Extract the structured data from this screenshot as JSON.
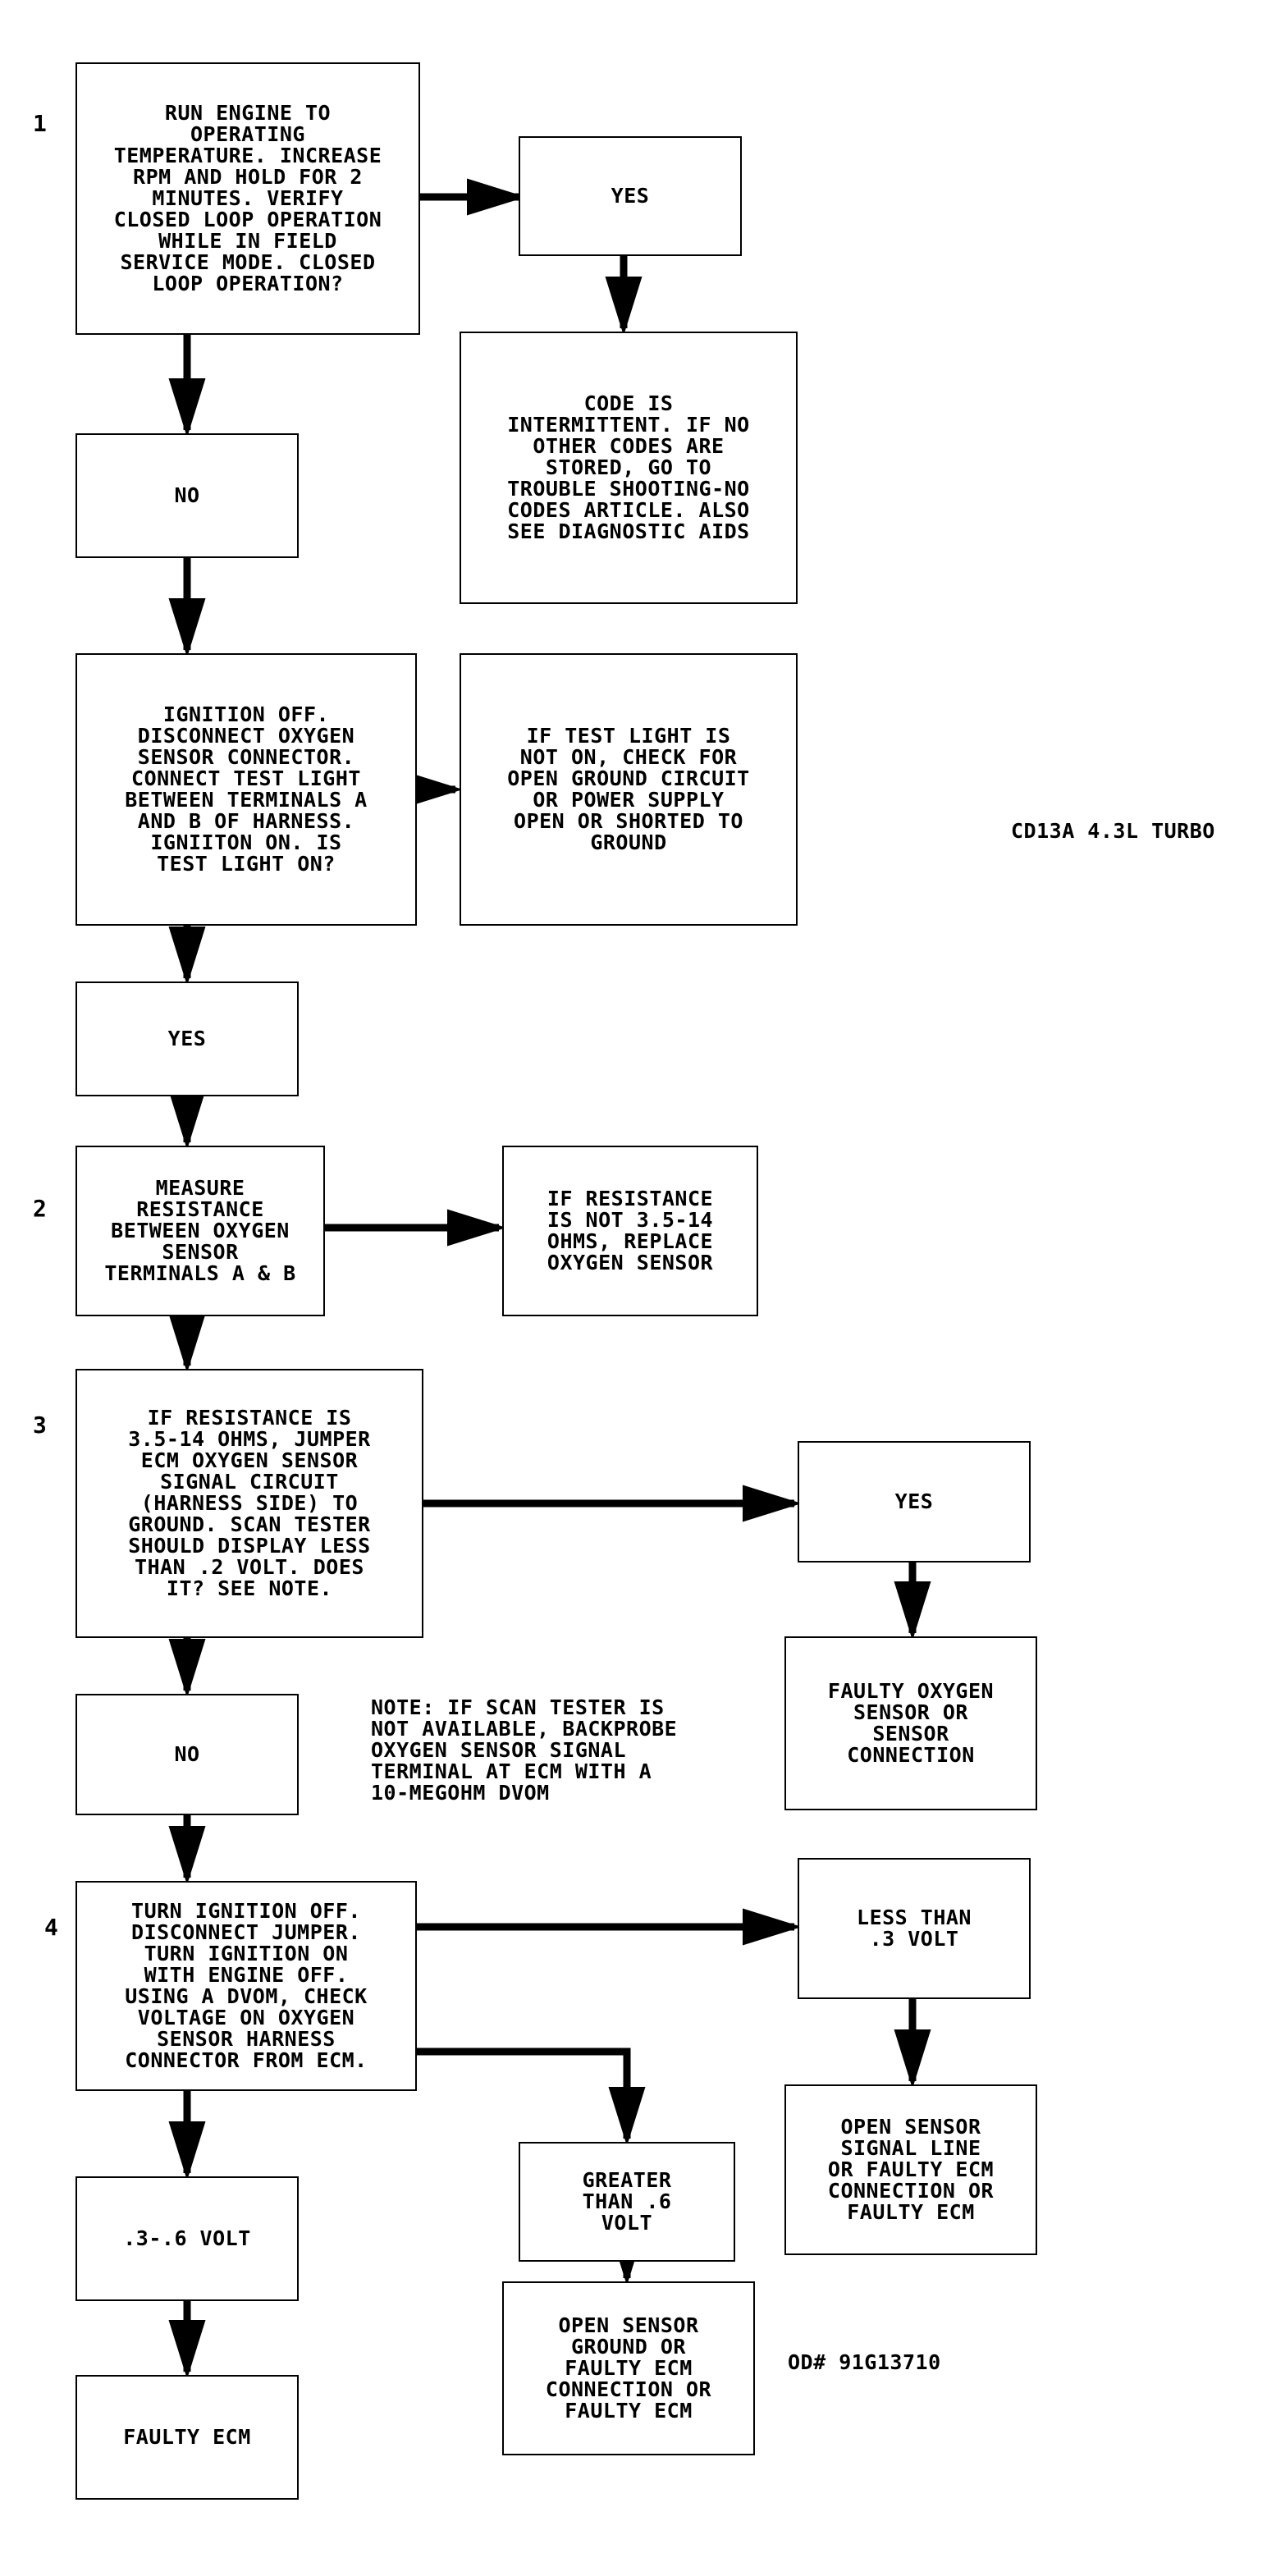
{
  "steps": {
    "s1": "1",
    "s2": "2",
    "s3": "3",
    "s4": "4"
  },
  "boxes": {
    "b1": "RUN ENGINE TO\nOPERATING\nTEMPERATURE. INCREASE\nRPM AND HOLD FOR 2\nMINUTES. VERIFY\nCLOSED LOOP OPERATION\nWHILE IN FIELD\nSERVICE MODE. CLOSED\nLOOP OPERATION?",
    "yes1": "YES",
    "intermittent": "CODE IS\nINTERMITTENT. IF NO\nOTHER CODES ARE\nSTORED, GO TO\nTROUBLE SHOOTING-NO\nCODES ARTICLE. ALSO\nSEE DIAGNOSTIC AIDS",
    "no1": "NO",
    "ignition": "IGNITION OFF.\nDISCONNECT OXYGEN\nSENSOR CONNECTOR.\nCONNECT TEST LIGHT\nBETWEEN TERMINALS A\nAND B OF HARNESS.\nIGNIITON ON. IS\nTEST LIGHT ON?",
    "testlight": "IF TEST LIGHT IS\nNOT ON, CHECK FOR\nOPEN GROUND CIRCUIT\nOR POWER SUPPLY\nOPEN OR SHORTED TO\nGROUND",
    "yes2": "YES",
    "measure": "MEASURE\nRESISTANCE\nBETWEEN OXYGEN\nSENSOR\nTERMINALS A & B",
    "replace": "IF RESISTANCE\nIS NOT 3.5-14\nOHMS, REPLACE\nOXYGEN SENSOR",
    "jumper": "IF RESISTANCE IS\n3.5-14 OHMS, JUMPER\nECM OXYGEN SENSOR\nSIGNAL CIRCUIT\n(HARNESS SIDE) TO\nGROUND. SCAN TESTER\nSHOULD DISPLAY LESS\nTHAN .2 VOLT. DOES\nIT? SEE NOTE.",
    "yes3": "YES",
    "faultyo2": "FAULTY OXYGEN\nSENSOR OR\nSENSOR\nCONNECTION",
    "no2": "NO",
    "turnoff": "TURN IGNITION OFF.\nDISCONNECT JUMPER.\nTURN IGNITION ON\nWITH ENGINE OFF.\nUSING A DVOM, CHECK\nVOLTAGE ON OXYGEN\nSENSOR HARNESS\nCONNECTOR FROM ECM.",
    "lessthan": "LESS THAN\n.3 VOLT",
    "opensignal": "OPEN SENSOR\nSIGNAL LINE\nOR FAULTY ECM\nCONNECTION OR\nFAULTY ECM",
    "greater": "GREATER\nTHAN .6\nVOLT",
    "openground": "OPEN SENSOR\nGROUND OR\nFAULTY ECM\nCONNECTION OR\nFAULTY ECM",
    "range": ".3-.6 VOLT",
    "faultyecm": "FAULTY ECM"
  },
  "note": "NOTE: IF SCAN TESTER IS\nNOT AVAILABLE, BACKPROBE\nOXYGEN SENSOR SIGNAL\nTERMINAL AT ECM WITH A\n10-MEGOHM DVOM",
  "code_label": "CD13A 4.3L TURBO",
  "od_label": "OD# 91G13710"
}
